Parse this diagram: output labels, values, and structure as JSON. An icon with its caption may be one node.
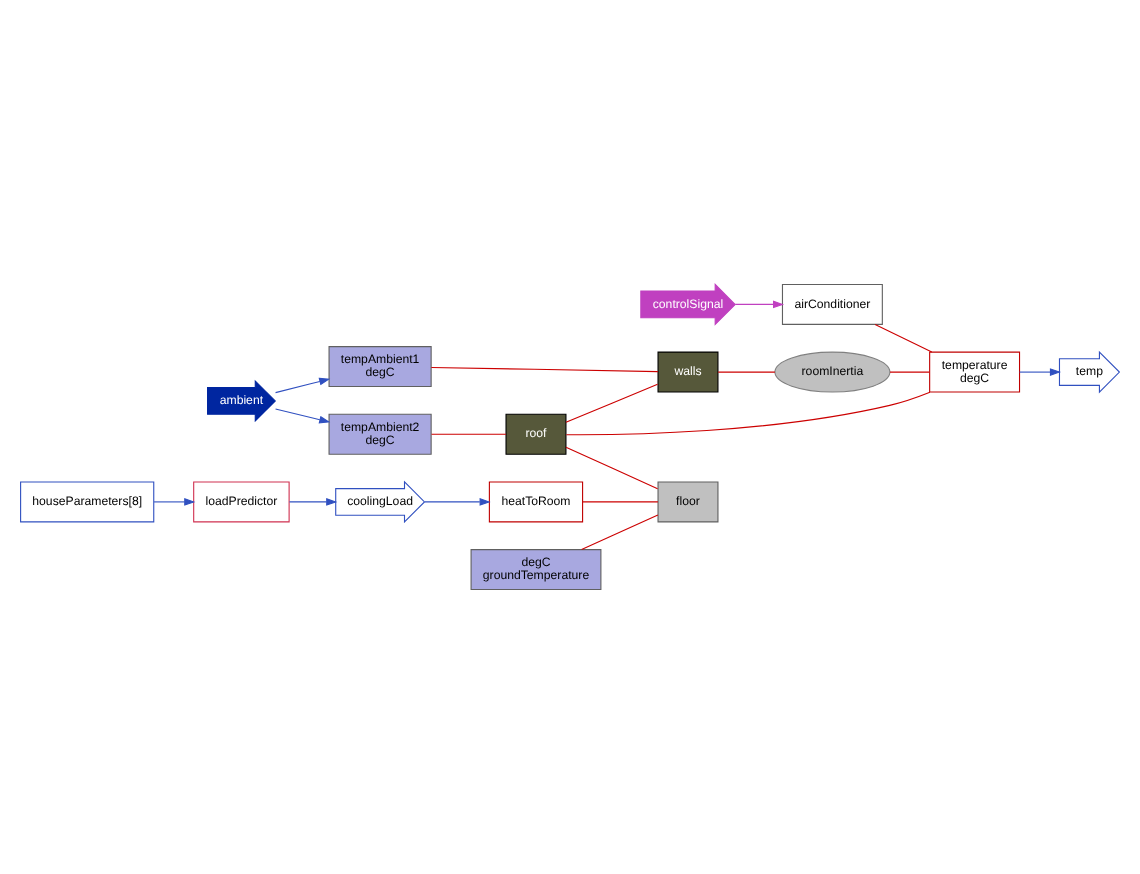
{
  "diagram": {
    "nodes": [
      {
        "text": [
          "tempAmbient2",
          "degC"
        ]
      },
      {
        "text": [
          "controlSignal"
        ]
      },
      {
        "text": [
          "airConditioner"
        ]
      },
      {
        "text": [
          "roof"
        ]
      },
      {
        "text": [
          "roomInertia"
        ]
      },
      {
        "text": [
          "temperature",
          "degC"
        ]
      },
      {
        "text": [
          "temp"
        ]
      },
      {
        "text": [
          "ambient"
        ]
      },
      {
        "text": [
          "tempAmbient1",
          "degC"
        ]
      },
      {
        "text": [
          "walls"
        ]
      },
      {
        "text": [
          "houseParameters[8]"
        ]
      },
      {
        "text": [
          "loadPredictor"
        ]
      },
      {
        "text": [
          "coolingLoad"
        ]
      },
      {
        "text": [
          "heatToRoom"
        ]
      },
      {
        "text": [
          "floor"
        ]
      },
      {
        "text": [
          "degC",
          "groundTemperature"
        ]
      }
    ],
    "edges": [
      {
        "from": 7,
        "to": 0,
        "arrow": "to",
        "color": "#3050c0"
      },
      {
        "from": 7,
        "to": 8,
        "arrow": "to",
        "color": "#3050c0"
      },
      {
        "from": 1,
        "to": 2,
        "arrow": "to",
        "color": "#c040c0"
      },
      {
        "from": 0,
        "to": 3,
        "arrow": "none"
      },
      {
        "from": 8,
        "to": 9,
        "arrow": "none"
      },
      {
        "from": 2,
        "to": 5,
        "arrow": "none"
      },
      {
        "from": 3,
        "to": 5,
        "arrow": "none"
      },
      {
        "from": 4,
        "to": 5,
        "arrow": "none"
      },
      {
        "from": 9,
        "to": 4,
        "arrow": "none"
      },
      {
        "from": 3,
        "to": 9,
        "arrow": "none"
      },
      {
        "from": 3,
        "to": 14,
        "arrow": "none"
      },
      {
        "from": 13,
        "to": 14,
        "arrow": "none"
      },
      {
        "from": 15,
        "to": 14,
        "arrow": "none"
      },
      {
        "from": 5,
        "to": 6,
        "arrow": "to",
        "color": "#3050c0"
      },
      {
        "from": 10,
        "to": 11,
        "arrow": "to",
        "color": "#3050c0"
      },
      {
        "from": 11,
        "to": 12,
        "arrow": "to",
        "color": "#3050c0"
      },
      {
        "from": 12,
        "to": 13,
        "arrow": "to",
        "color": "#3050c0"
      }
    ]
  }
}
